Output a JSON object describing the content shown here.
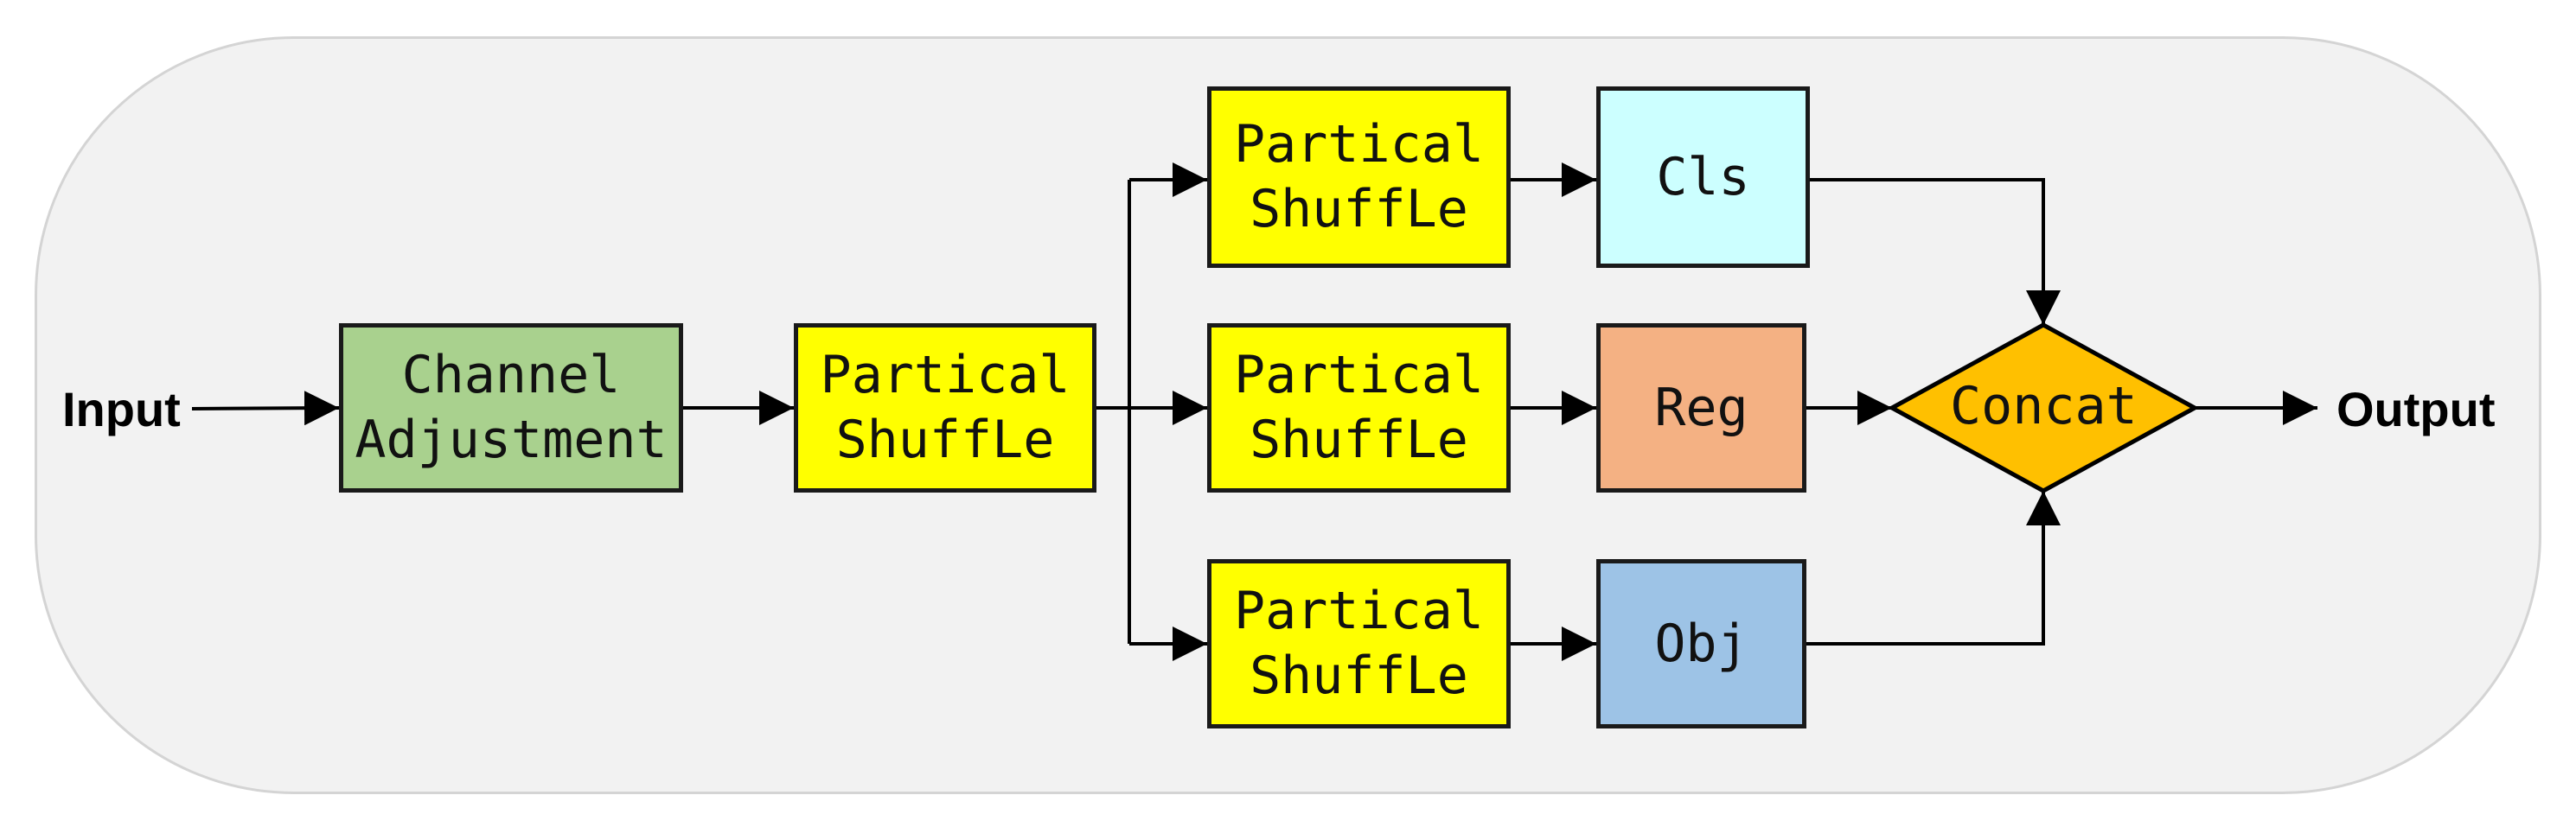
{
  "diagram": {
    "input_label": "Input",
    "output_label": "Output",
    "channel_adjustment": {
      "line1": "Channel",
      "line2": "Adjustment",
      "color": "#a9d18e"
    },
    "partial_shuffle_main": {
      "line1": "Partical",
      "line2": "ShuffLe",
      "color": "#ffff00"
    },
    "branches": [
      {
        "shuffle": {
          "line1": "Partical",
          "line2": "ShuffLe",
          "color": "#ffff00"
        },
        "head": {
          "label": "Cls",
          "color": "#ccffff"
        }
      },
      {
        "shuffle": {
          "line1": "Partical",
          "line2": "ShuffLe",
          "color": "#ffff00"
        },
        "head": {
          "label": "Reg",
          "color": "#f4b183"
        }
      },
      {
        "shuffle": {
          "line1": "Partical",
          "line2": "ShuffLe",
          "color": "#ffff00"
        },
        "head": {
          "label": "Obj",
          "color": "#9dc3e6"
        }
      }
    ],
    "concat": {
      "label": "Concat",
      "color": "#ffc000"
    },
    "container_color": "#f2f2f2",
    "line_color": "#000000"
  }
}
